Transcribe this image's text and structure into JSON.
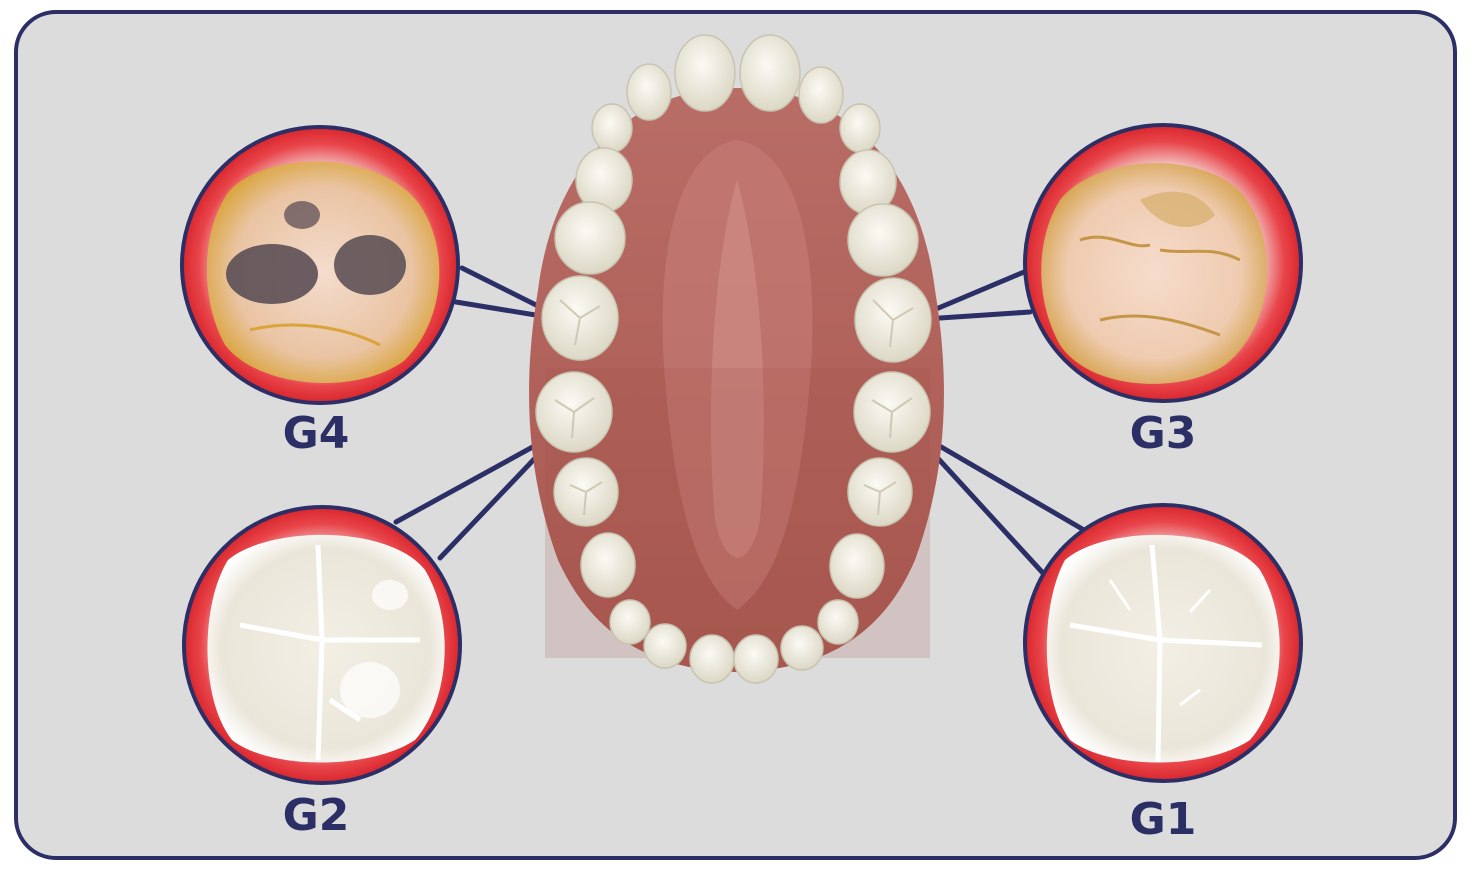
{
  "labels": {
    "g4": "G4",
    "g3": "G3",
    "g2": "G2",
    "g1": "G1"
  },
  "colors": {
    "background": "#dcdcdc",
    "frame_border": "#2b2f66",
    "callout_ring": "#e12f35",
    "palate": "#b76a62",
    "tooth_enamel": "#f0eee3"
  }
}
